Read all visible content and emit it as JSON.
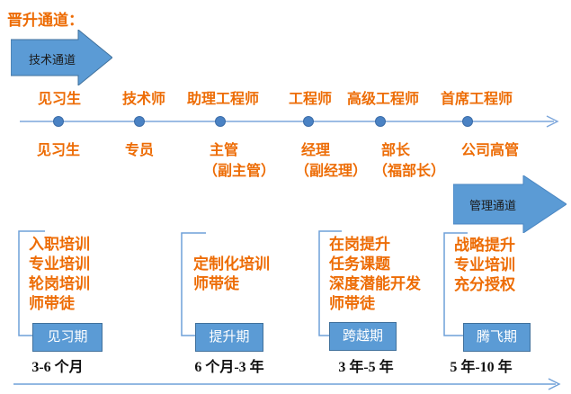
{
  "title": "晋升通道：",
  "colors": {
    "orange": "#ED6C05",
    "arrow_fill": "#5B9BD5",
    "arrow_border": "#41719C",
    "line_blue": "#7CA6DB",
    "dot_fill": "#4A82C4",
    "dot_border": "#3A6CA8",
    "box_fill": "#5B9BD5",
    "box_border": "#41719C"
  },
  "channels": {
    "technical": "技术通道",
    "management": "管理通道"
  },
  "timeline": {
    "tech_labels": [
      "见习生",
      "技术师",
      "助理工程师",
      "工程师",
      "高级工程师",
      "首席工程师"
    ],
    "mgmt_labels": [
      {
        "line1": "见习生",
        "line2": ""
      },
      {
        "line1": "专员",
        "line2": ""
      },
      {
        "line1": "主管",
        "line2": "（副主管）"
      },
      {
        "line1": "经理",
        "line2": "（副经理）"
      },
      {
        "line1": "部长",
        "line2": "（福部长）"
      },
      {
        "line1": "公司高管",
        "line2": ""
      }
    ]
  },
  "phases": [
    {
      "items": [
        "入职培训",
        "专业培训",
        "轮岗培训",
        "师带徒"
      ],
      "period": "见习期",
      "duration": "3-6 个月"
    },
    {
      "items": [
        "定制化培训",
        "师带徒"
      ],
      "period": "提升期",
      "duration": "6 个月-3 年"
    },
    {
      "items": [
        "在岗提升",
        "任务课题",
        "深度潜能开发",
        "师带徒"
      ],
      "period": "跨越期",
      "duration": "3 年-5 年"
    },
    {
      "items": [
        "战略提升",
        "专业培训",
        "充分授权"
      ],
      "period": "腾飞期",
      "duration": "5 年-10 年"
    }
  ]
}
